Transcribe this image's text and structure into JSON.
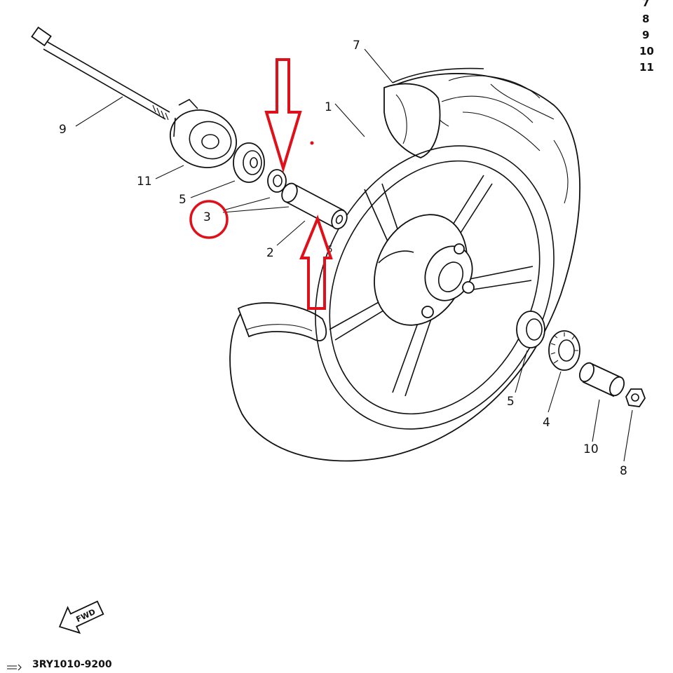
{
  "parts_index": [
    "7",
    "8",
    "9",
    "10",
    "11"
  ],
  "callouts": {
    "c1": "1",
    "c2": "2",
    "c3": "3",
    "c4": "4",
    "c5a": "5",
    "c5b": "5",
    "c6": "6",
    "c7": "7",
    "c8": "8",
    "c9": "9",
    "c10": "10",
    "c11": "11"
  },
  "fwd_label": "FWD",
  "diagram_code": "3RY1010-9200",
  "colors": {
    "line": "#111111",
    "highlight": "#e0101a",
    "background": "#ffffff"
  }
}
